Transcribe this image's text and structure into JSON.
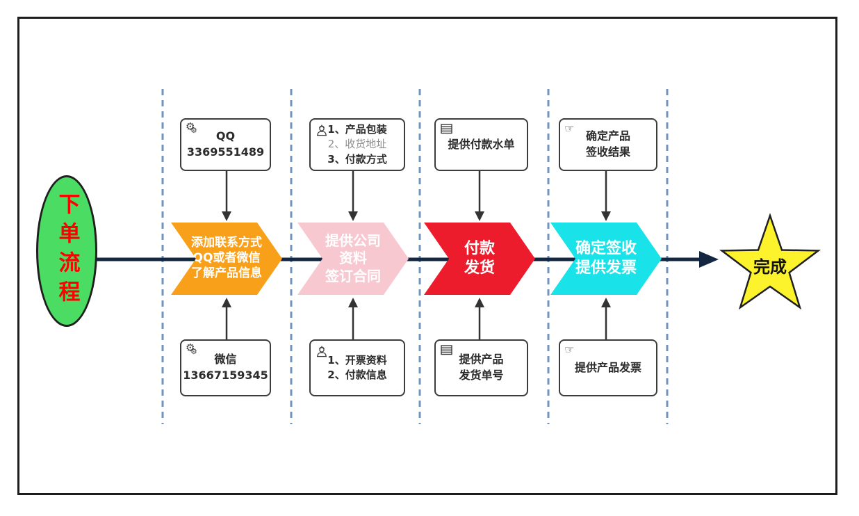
{
  "palette": {
    "ellipse_fill": "#4BDC64",
    "title_text": "#FF0000",
    "chevron_orange": "#F9A01B",
    "chevron_pink": "#F8C8D1",
    "chevron_red": "#EC1C2D",
    "chevron_cyan": "#19E3E9",
    "star_fill": "#FDF32C",
    "main_line": "#132741",
    "lane_line": "#7193BE",
    "connector_line": "#333333",
    "box_border": "#3C3C3C",
    "muted_text": "#8F8F8F"
  },
  "start": {
    "label": "下单流程"
  },
  "finish": {
    "label": "完成"
  },
  "columns": [
    {
      "top_box": {
        "icon": "gears-icon",
        "lines": [
          "QQ",
          "3369551489"
        ]
      },
      "chevron": {
        "lines": [
          "添加联系方式",
          "QQ或者微信",
          "了解产品信息"
        ]
      },
      "bottom_box": {
        "icon": "gears-icon",
        "lines": [
          "微信",
          "13667159345"
        ]
      }
    },
    {
      "top_box": {
        "icon": "engineer-icon",
        "lines": [
          "1、产品包装",
          "2、收货地址",
          "3、付款方式"
        ]
      },
      "chevron": {
        "lines": [
          "提供公司",
          "资料",
          "签订合同"
        ]
      },
      "bottom_box": {
        "icon": "engineer-icon",
        "lines": [
          "1、开票资料",
          "2、付款信息"
        ]
      }
    },
    {
      "top_box": {
        "icon": "table-icon",
        "lines": [
          "提供付款水单"
        ]
      },
      "chevron": {
        "lines": [
          "付款",
          "发货"
        ]
      },
      "bottom_box": {
        "icon": "table-icon",
        "lines": [
          "提供产品",
          "发货单号"
        ]
      }
    },
    {
      "top_box": {
        "icon": "hand-icon",
        "lines": [
          "确定产品",
          "签收结果"
        ]
      },
      "chevron": {
        "lines": [
          "确定签收",
          "提供发票"
        ]
      },
      "bottom_box": {
        "icon": "hand-icon",
        "lines": [
          "提供产品发票"
        ]
      }
    }
  ]
}
